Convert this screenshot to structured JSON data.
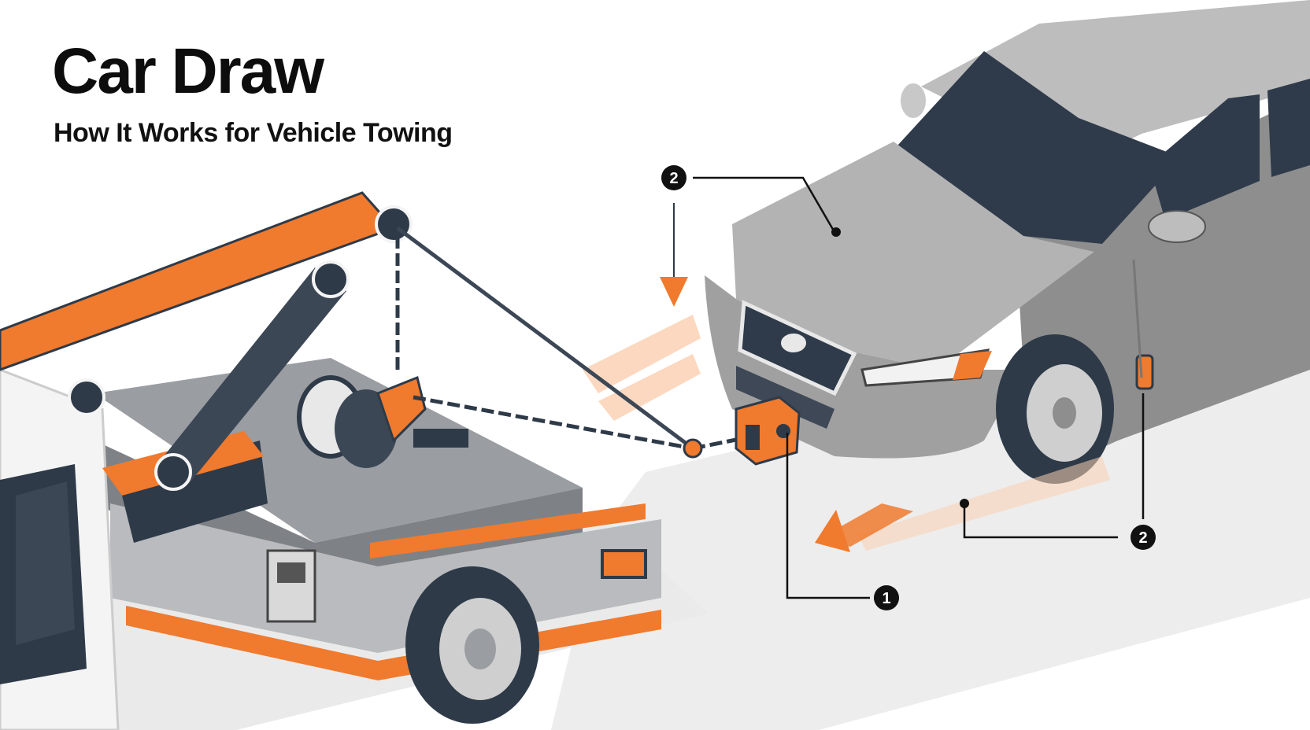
{
  "header": {
    "title": "Car Draw",
    "subtitle": "How It Works for Vehicle Towing"
  },
  "callouts": [
    {
      "id": "callout-1",
      "label": "1"
    },
    {
      "id": "callout-2-hood",
      "label": "2"
    },
    {
      "id": "callout-2-side",
      "label": "2"
    }
  ],
  "colors": {
    "accent": "#F07A2E",
    "dark": "#2E3A48",
    "car": "#A9A9A9",
    "truck_white": "#F4F4F4",
    "bed": "#9A9DA1"
  },
  "icons": [
    "tow-truck-icon",
    "sedan-car-icon",
    "tow-chain-icon",
    "winch-icon",
    "hitch-connector-icon",
    "down-arrow-icon",
    "motion-arrow-icon"
  ]
}
